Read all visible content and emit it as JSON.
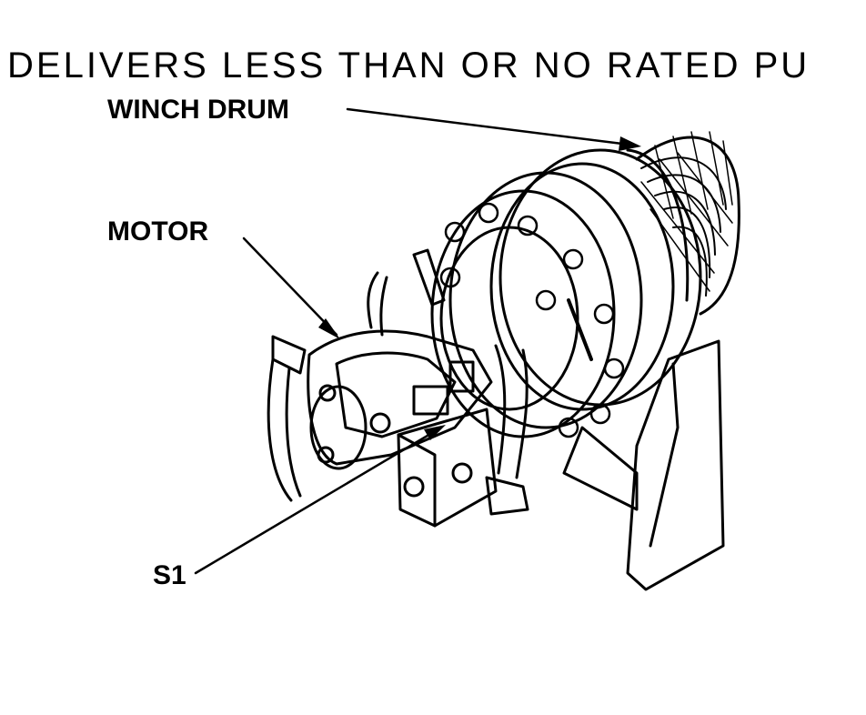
{
  "heading": "DELIVERS LESS THAN OR NO RATED PU",
  "callouts": {
    "winch_drum": "WINCH DRUM",
    "motor": "MOTOR",
    "s1": "S1"
  }
}
